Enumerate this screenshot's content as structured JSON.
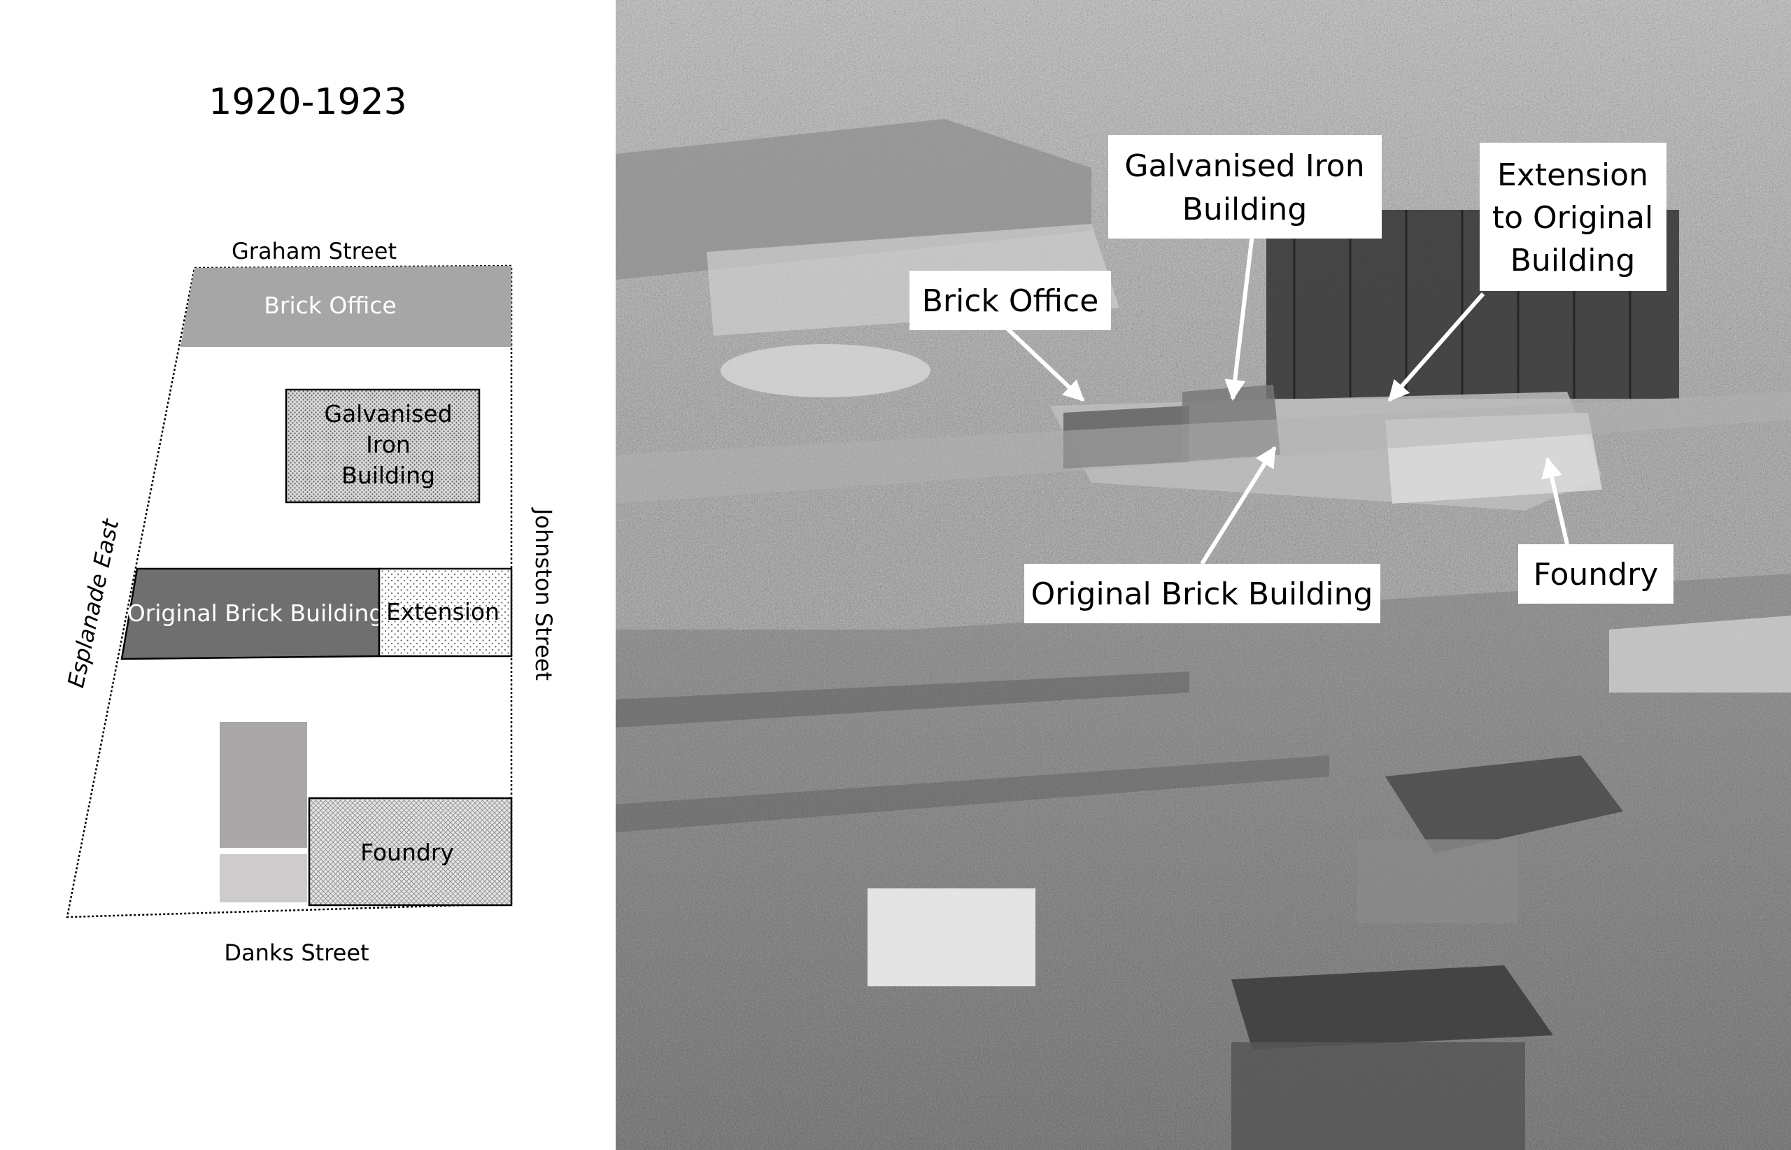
{
  "plan": {
    "title": "1920-1923",
    "streets": {
      "north": "Graham Street",
      "south": "Danks Street",
      "west": "Esplanade East",
      "east": "Johnston  Street"
    },
    "buildings": {
      "brick_office": "Brick Office",
      "galvanised_iron": [
        "Galvanised",
        "Iron",
        "Building"
      ],
      "original_brick": "Original Brick Building",
      "extension": "Extension",
      "foundry": "Foundry"
    }
  },
  "photo": {
    "labels": {
      "galvanised_iron": [
        "Galvanised Iron",
        "Building"
      ],
      "extension": [
        "Extension",
        "to Original",
        "Building"
      ],
      "brick_office": "Brick Office",
      "original_brick": "Original Brick Building",
      "foundry": "Foundry"
    }
  },
  "colors": {
    "brick_office_fill": "#a6a6a6",
    "original_brick_fill": "#6f6f6f",
    "unlabelled_top_fill": "#a9a7a8",
    "unlabelled_bottom_fill": "#cdcbcc",
    "photo_base": "#8a8a8a"
  }
}
